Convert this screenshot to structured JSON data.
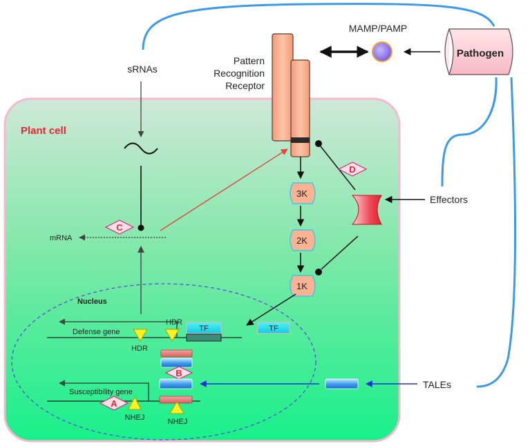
{
  "colors": {
    "cell_top": "#cfe8d8",
    "cell_bottom": "#1ff08a",
    "cell_border": "#f5b8cc",
    "receptor_fill": "#f8b492",
    "receptor_stroke": "#5a3a2a",
    "blue_line": "#3b9ae8",
    "red_arrow": "#e2453b",
    "blue_arrow": "#1f33d6",
    "badge_fill": "#fbe0ec",
    "badge_stroke": "#d6286b",
    "badge_text": "#e8262f",
    "title_red": "#e8262f",
    "tf_fill": "#22e6f0",
    "triangle_fill": "#fff21f",
    "kinase_fill": "#f8b492",
    "kinase_stroke": "#43c4e8",
    "effector_fill": "#f03040",
    "mamp_fill": "#9b85f0",
    "pathogen_fill": "#fdd6dc"
  },
  "labels": {
    "pathogen": "Pathogen",
    "mamp": "MAMP/PAMP",
    "srnas": "sRNAs",
    "receptor_line1": "Pattern",
    "receptor_line2": "Recognition",
    "receptor_line3": "Receptor",
    "plant_cell": "Plant cell",
    "effectors": "Effectors",
    "talEs": "TALEs",
    "mrna": "mRNA",
    "nucleus": "Nucleus",
    "defense_gene": "Defense gene",
    "susceptibility_gene": "Susceptibility gene",
    "hdr_top": "HDR",
    "hdr_bottom": "HDR",
    "nhej_left": "NHEJ",
    "nhej_right": "NHEJ",
    "tf_nucleus": "TF",
    "tf_cytoplasm": "TF"
  },
  "kinases": [
    "3K",
    "2K",
    "1K"
  ],
  "badges": {
    "a": "A",
    "b": "B",
    "c": "C",
    "d": "D"
  }
}
